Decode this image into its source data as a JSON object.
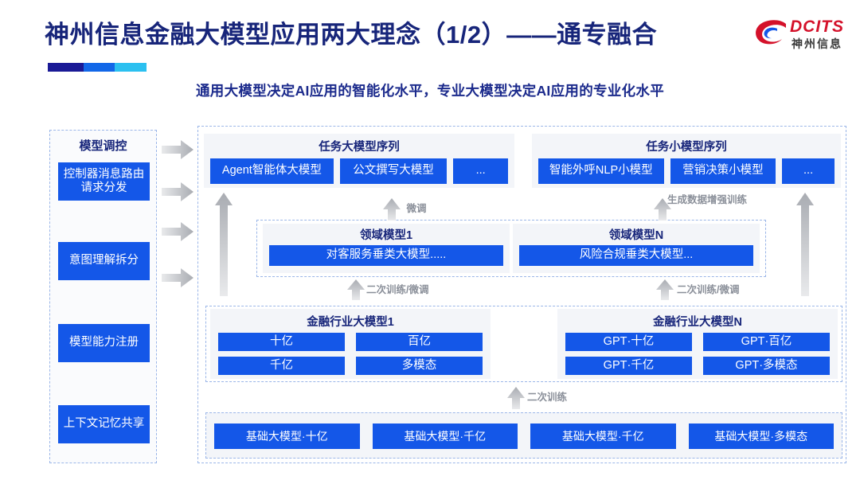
{
  "header": {
    "title": "神州信息金融大模型应用两大理念（1/2）——通专融合",
    "subtitle": "通用大模型决定AI应用的智能化水平，专业大模型决定AI应用的专业化水平",
    "logo_text": "DCITS",
    "logo_cn": "神州信息",
    "accent_colors": [
      "#1a1a96",
      "#1267e8",
      "#2bc0f0"
    ],
    "brand_red": "#d4112a",
    "title_color": "#17257a"
  },
  "control_column": {
    "title": "模型调控",
    "items": [
      {
        "label": "控制器消息路由请求分发"
      },
      {
        "label": "意图理解拆分"
      },
      {
        "label": "模型能力注册"
      },
      {
        "label": "上下文记忆共享"
      }
    ]
  },
  "task_sequences": [
    {
      "title": "任务大模型序列",
      "boxes": [
        "Agent智能体大模型",
        "公文撰写大模型",
        "..."
      ]
    },
    {
      "title": "任务小模型序列",
      "boxes": [
        "智能外呼NLP小模型",
        "营销决策小模型",
        "..."
      ]
    }
  ],
  "domain_models": [
    {
      "title": "领域模型1",
      "box": "对客服务垂类大模型....."
    },
    {
      "title": "领域模型N",
      "box": "风险合规垂类大模型..."
    }
  ],
  "industry_models": [
    {
      "title": "金融行业大模型1",
      "boxes": [
        "十亿",
        "百亿",
        "千亿",
        "多模态"
      ]
    },
    {
      "title": "金融行业大模型N",
      "boxes": [
        "GPT·十亿",
        "GPT·百亿",
        "GPT·千亿",
        "GPT·多模态"
      ]
    }
  ],
  "base_models": {
    "boxes": [
      "基础大模型·十亿",
      "基础大模型·千亿",
      "基础大模型·千亿",
      "基础大模型·多模态"
    ]
  },
  "arrow_labels": {
    "fine_tune": "微调",
    "data_augment": "生成数据增强训练",
    "retrain_finetune_left": "二次训练/微调",
    "retrain_finetune_right": "二次训练/微调",
    "retrain": "二次训练"
  },
  "colors": {
    "box_blue": "#1457e8",
    "panel_bg": "#f3f5f9",
    "dashed_border": "#9bb6e8",
    "arrow_gray": "#b9bcc2"
  }
}
